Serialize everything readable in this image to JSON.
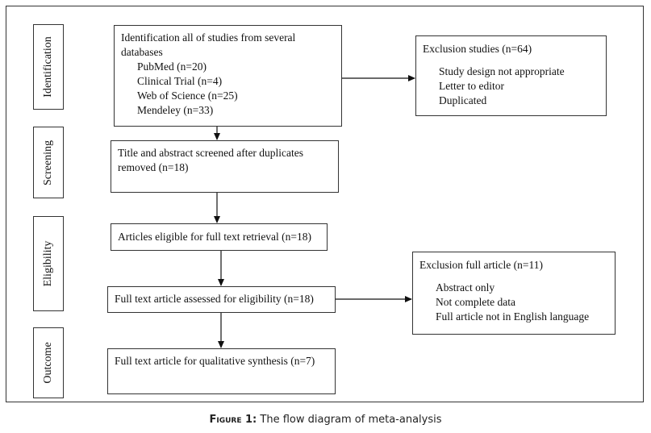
{
  "stages": {
    "identification": "Identification",
    "screening": "Screening",
    "eligibility": "Eligibility",
    "outcome": "Outcome"
  },
  "boxes": {
    "identification": {
      "title": "Identification all of studies from several databases",
      "items": [
        "PubMed (n=20)",
        "Clinical Trial (n=4)",
        "Web of Science (n=25)",
        "Mendeley (n=33)"
      ]
    },
    "screening": {
      "text": "Title and abstract screened after duplicates removed (n=18)"
    },
    "eligible": {
      "text": "Articles eligible for full text retrieval (n=18)"
    },
    "assessed": {
      "text": "Full text article assessed for eligibility (n=18)"
    },
    "outcome": {
      "text": "Full text article for qualitative synthesis (n=7)"
    },
    "exclusion_studies": {
      "title": "Exclusion studies (n=64)",
      "items": [
        "Study design not appropriate",
        "Letter to editor",
        "Duplicated"
      ]
    },
    "exclusion_full": {
      "title": "Exclusion full article (n=11)",
      "items": [
        "Abstract only",
        "Not complete data",
        "Full article not in English language"
      ]
    }
  },
  "caption": {
    "label": "Figure 1:",
    "text": "The flow diagram of meta-analysis"
  }
}
